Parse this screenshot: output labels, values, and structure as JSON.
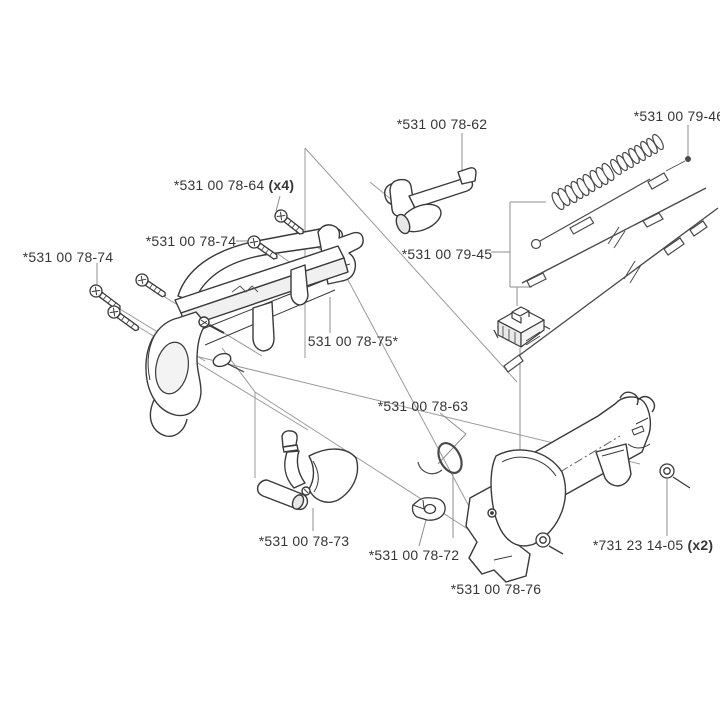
{
  "diagram": {
    "kind": "exploded-parts-diagram",
    "colors": {
      "background": "#ffffff",
      "part_outline": "#3a3a3a",
      "leader_line": "#9a9a9a",
      "label_text": "#363636",
      "shade_fill": "#e8e8e8"
    },
    "labels": [
      {
        "text": "*531 00 78-62"
      },
      {
        "text": "*531 00 79-46"
      },
      {
        "text": "*531 00 78-64",
        "qty": "(x4)"
      },
      {
        "text": "*531 00 78-74"
      },
      {
        "text": "*531 00 78-74"
      },
      {
        "text": "*531 00 79-45"
      },
      {
        "text": "531 00 78-75*"
      },
      {
        "text": "*531 00 78-63"
      },
      {
        "text": "*531 00 78-73"
      },
      {
        "text": "*531 00 78-72"
      },
      {
        "text": "*731 23 14-05",
        "qty": "(x2)"
      },
      {
        "text": "*531 00 78-76"
      }
    ]
  }
}
